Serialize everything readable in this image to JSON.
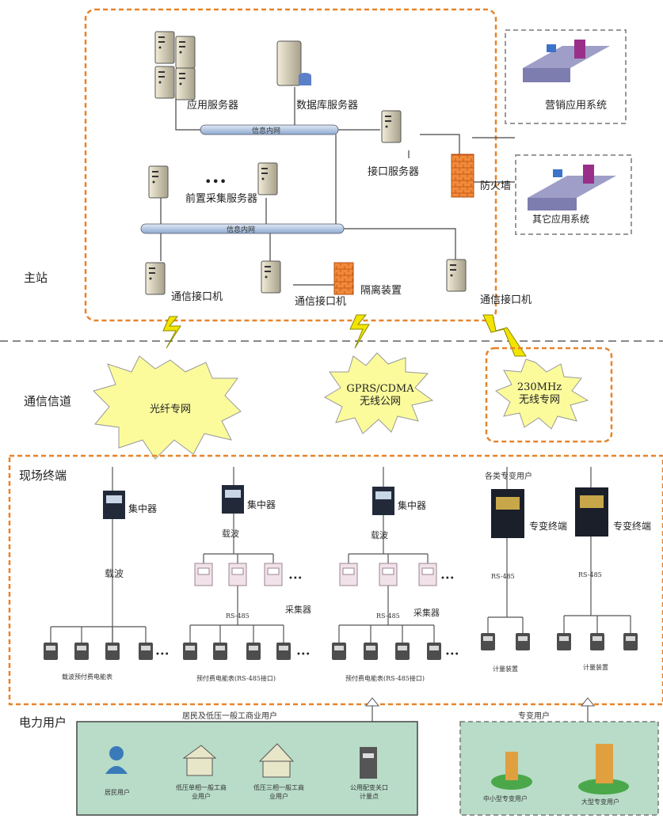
{
  "sections": {
    "master": "主站",
    "channel": "通信信道",
    "field": "现场终端",
    "users": "电力用户"
  },
  "master_station": {
    "app_server": "应用服务器",
    "db_server": "数据库服务器",
    "bus_top": "信息内网",
    "interface_server": "接口服务器",
    "firewall": "防火墙",
    "collect_server": "前置采集服务器",
    "dots": "•••",
    "bus_mid": "信息内网",
    "comm1": "通信接口机",
    "comm2": "通信接口机",
    "isolator": "隔离装置",
    "comm3": "通信接口机"
  },
  "side_systems": {
    "marketing": "营销应用系统",
    "other": "其它应用系统"
  },
  "channels": {
    "fiber": "光纤专网",
    "gprs_line1": "GPRS/CDMA",
    "gprs_line2": "无线公网",
    "mhz_line1": "230MHz",
    "mhz_line2": "无线专网"
  },
  "field_terminals": {
    "concentrator": "集中器",
    "carrier": "载波",
    "collector": "采集器",
    "rs485": "RS-485",
    "ellipsis": "•••",
    "meters_1": "载波预付费电能表",
    "meters_2": "预付费电能表(RS-485接口)",
    "meters_3": "预付费电能表(RS-485接口)",
    "special_users": "各类专变用户",
    "special_terminal": "专变终端",
    "metering": "计量装置"
  },
  "power_users": {
    "low_voltage_group": "居民及低压一般工商业用户",
    "special_group": "专变用户",
    "resident": "居民用户",
    "single_phase": "低压单相一般工商业用户",
    "three_phase": "低压三相一般工商业用户",
    "public": "公用配变关口计量点",
    "small_special": "中小型专变用户",
    "large_special": "大型专变用户"
  },
  "colors": {
    "orange_dash": "#e8832a",
    "gray_dash": "#999999",
    "bus_fill": "#b9cde6",
    "lightning": "#f2e400",
    "burst_fill": "#fbfb9c",
    "user_green": "#b8dcc8"
  }
}
